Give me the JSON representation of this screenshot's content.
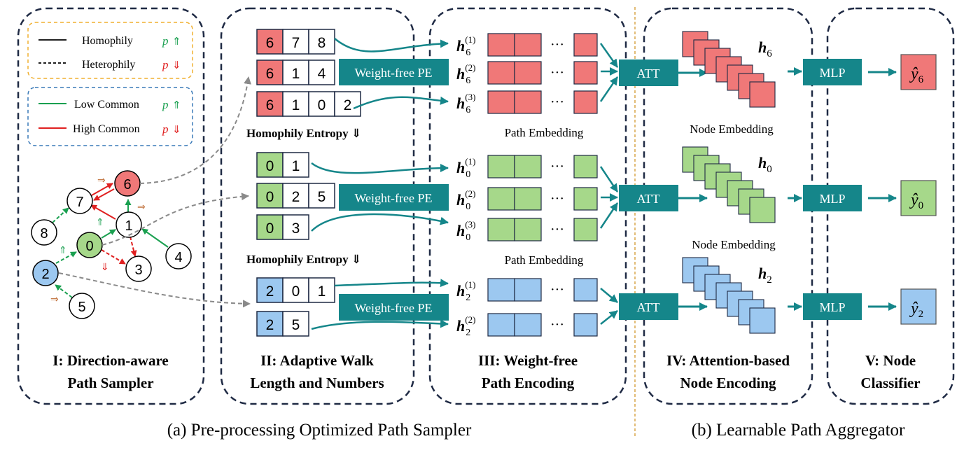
{
  "panels": {
    "p1": {
      "title_line1": "I: Direction-aware",
      "title_line2": "Path Sampler"
    },
    "p2": {
      "title_line1": "II: Adaptive Walk",
      "title_line2": "Length and Numbers"
    },
    "p3": {
      "title_line1": "III: Weight-free",
      "title_line2": "Path Encoding"
    },
    "p4": {
      "title_line1": "IV: Attention-based",
      "title_line2": "Node Encoding"
    },
    "p5": {
      "title_line1": "V: Node",
      "title_line2": "Classifier"
    }
  },
  "captions": {
    "a": "(a) Pre-processing Optimized Path Sampler",
    "b": "(b) Learnable Path Aggregator"
  },
  "legend": {
    "homophily": "Homophily",
    "heterophily": "Heterophily",
    "low_common": "Low Common",
    "high_common": "High Common",
    "p": "p",
    "up": "⇑",
    "down": "⇓"
  },
  "graph": {
    "nodes": [
      "6",
      "7",
      "1",
      "8",
      "0",
      "4",
      "2",
      "3",
      "5"
    ],
    "arrow_mark": "⇒",
    "up_mark": "⇑",
    "down_mark": "⇓"
  },
  "paths": {
    "g6": [
      [
        "6",
        "7",
        "8"
      ],
      [
        "6",
        "1",
        "4"
      ],
      [
        "6",
        "1",
        "0",
        "2"
      ]
    ],
    "g0": [
      [
        "0",
        "1"
      ],
      [
        "0",
        "2",
        "5"
      ],
      [
        "0",
        "3"
      ]
    ],
    "g2": [
      [
        "2",
        "0",
        "1"
      ],
      [
        "2",
        "5"
      ]
    ]
  },
  "labels": {
    "weight_free_pe": "Weight-free PE",
    "homophily_entropy": "Homophily Entropy",
    "path_embedding": "Path Embedding",
    "node_embedding": "Node Embedding",
    "att": "ATT",
    "mlp": "MLP",
    "dots": "···",
    "h": "h",
    "y": "ŷ"
  },
  "groups": [
    {
      "id": "6",
      "superscripts": [
        "(1)",
        "(2)",
        "(3)"
      ]
    },
    {
      "id": "0",
      "superscripts": [
        "(1)",
        "(2)",
        "(3)"
      ]
    },
    {
      "id": "2",
      "superscripts": [
        "(1)",
        "(2)"
      ]
    }
  ],
  "colors": {
    "red": "#f07878",
    "green": "#a6d88a",
    "blue": "#9cc8f0",
    "teal": "#15868a",
    "dark_navy": "#1f2a44",
    "legend_orange": "#f0b030",
    "legend_blue": "#3a7ab8",
    "edge_green": "#1aa050",
    "edge_red": "#e02020",
    "arrow_brown": "#c0703a",
    "divider": "#d9a64a"
  }
}
